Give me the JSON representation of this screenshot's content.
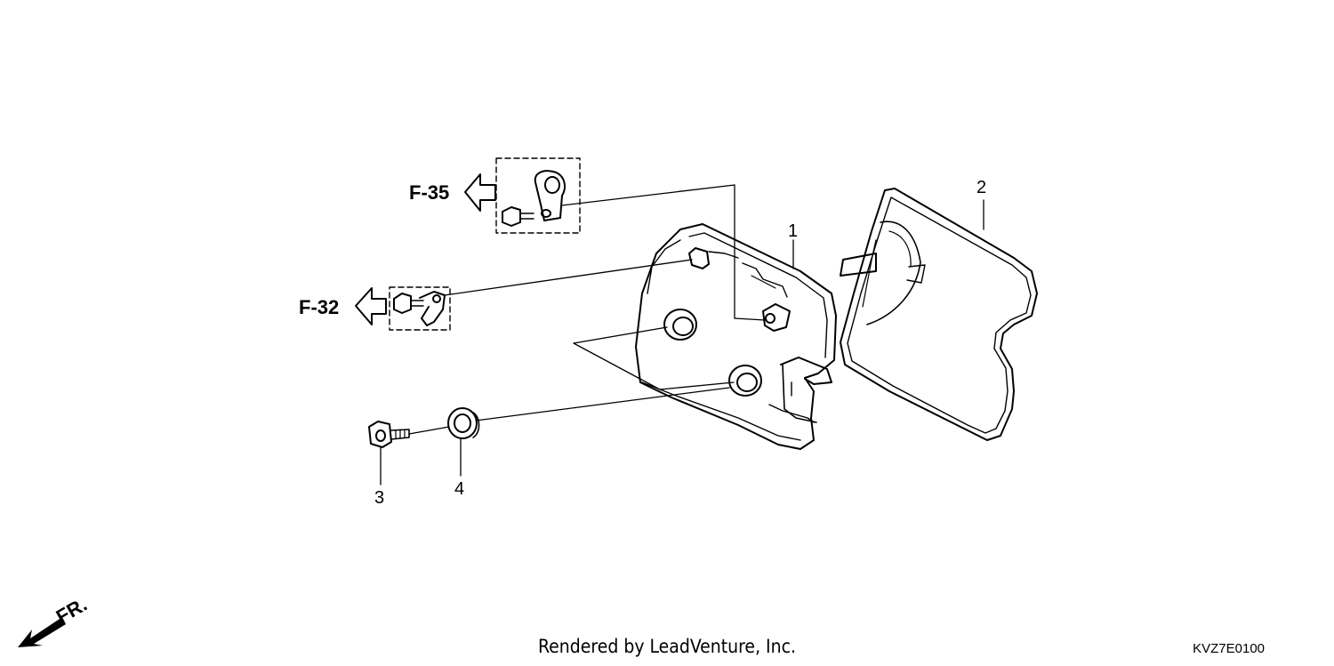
{
  "callouts": {
    "c1": "1",
    "c2": "2",
    "c3": "3",
    "c4": "4"
  },
  "refs": {
    "f35": "F-35",
    "f32": "F-32"
  },
  "front_marker": "FR.",
  "footer": {
    "credit": "Rendered by LeadVenture, Inc.",
    "code": "KVZ7E0100"
  }
}
